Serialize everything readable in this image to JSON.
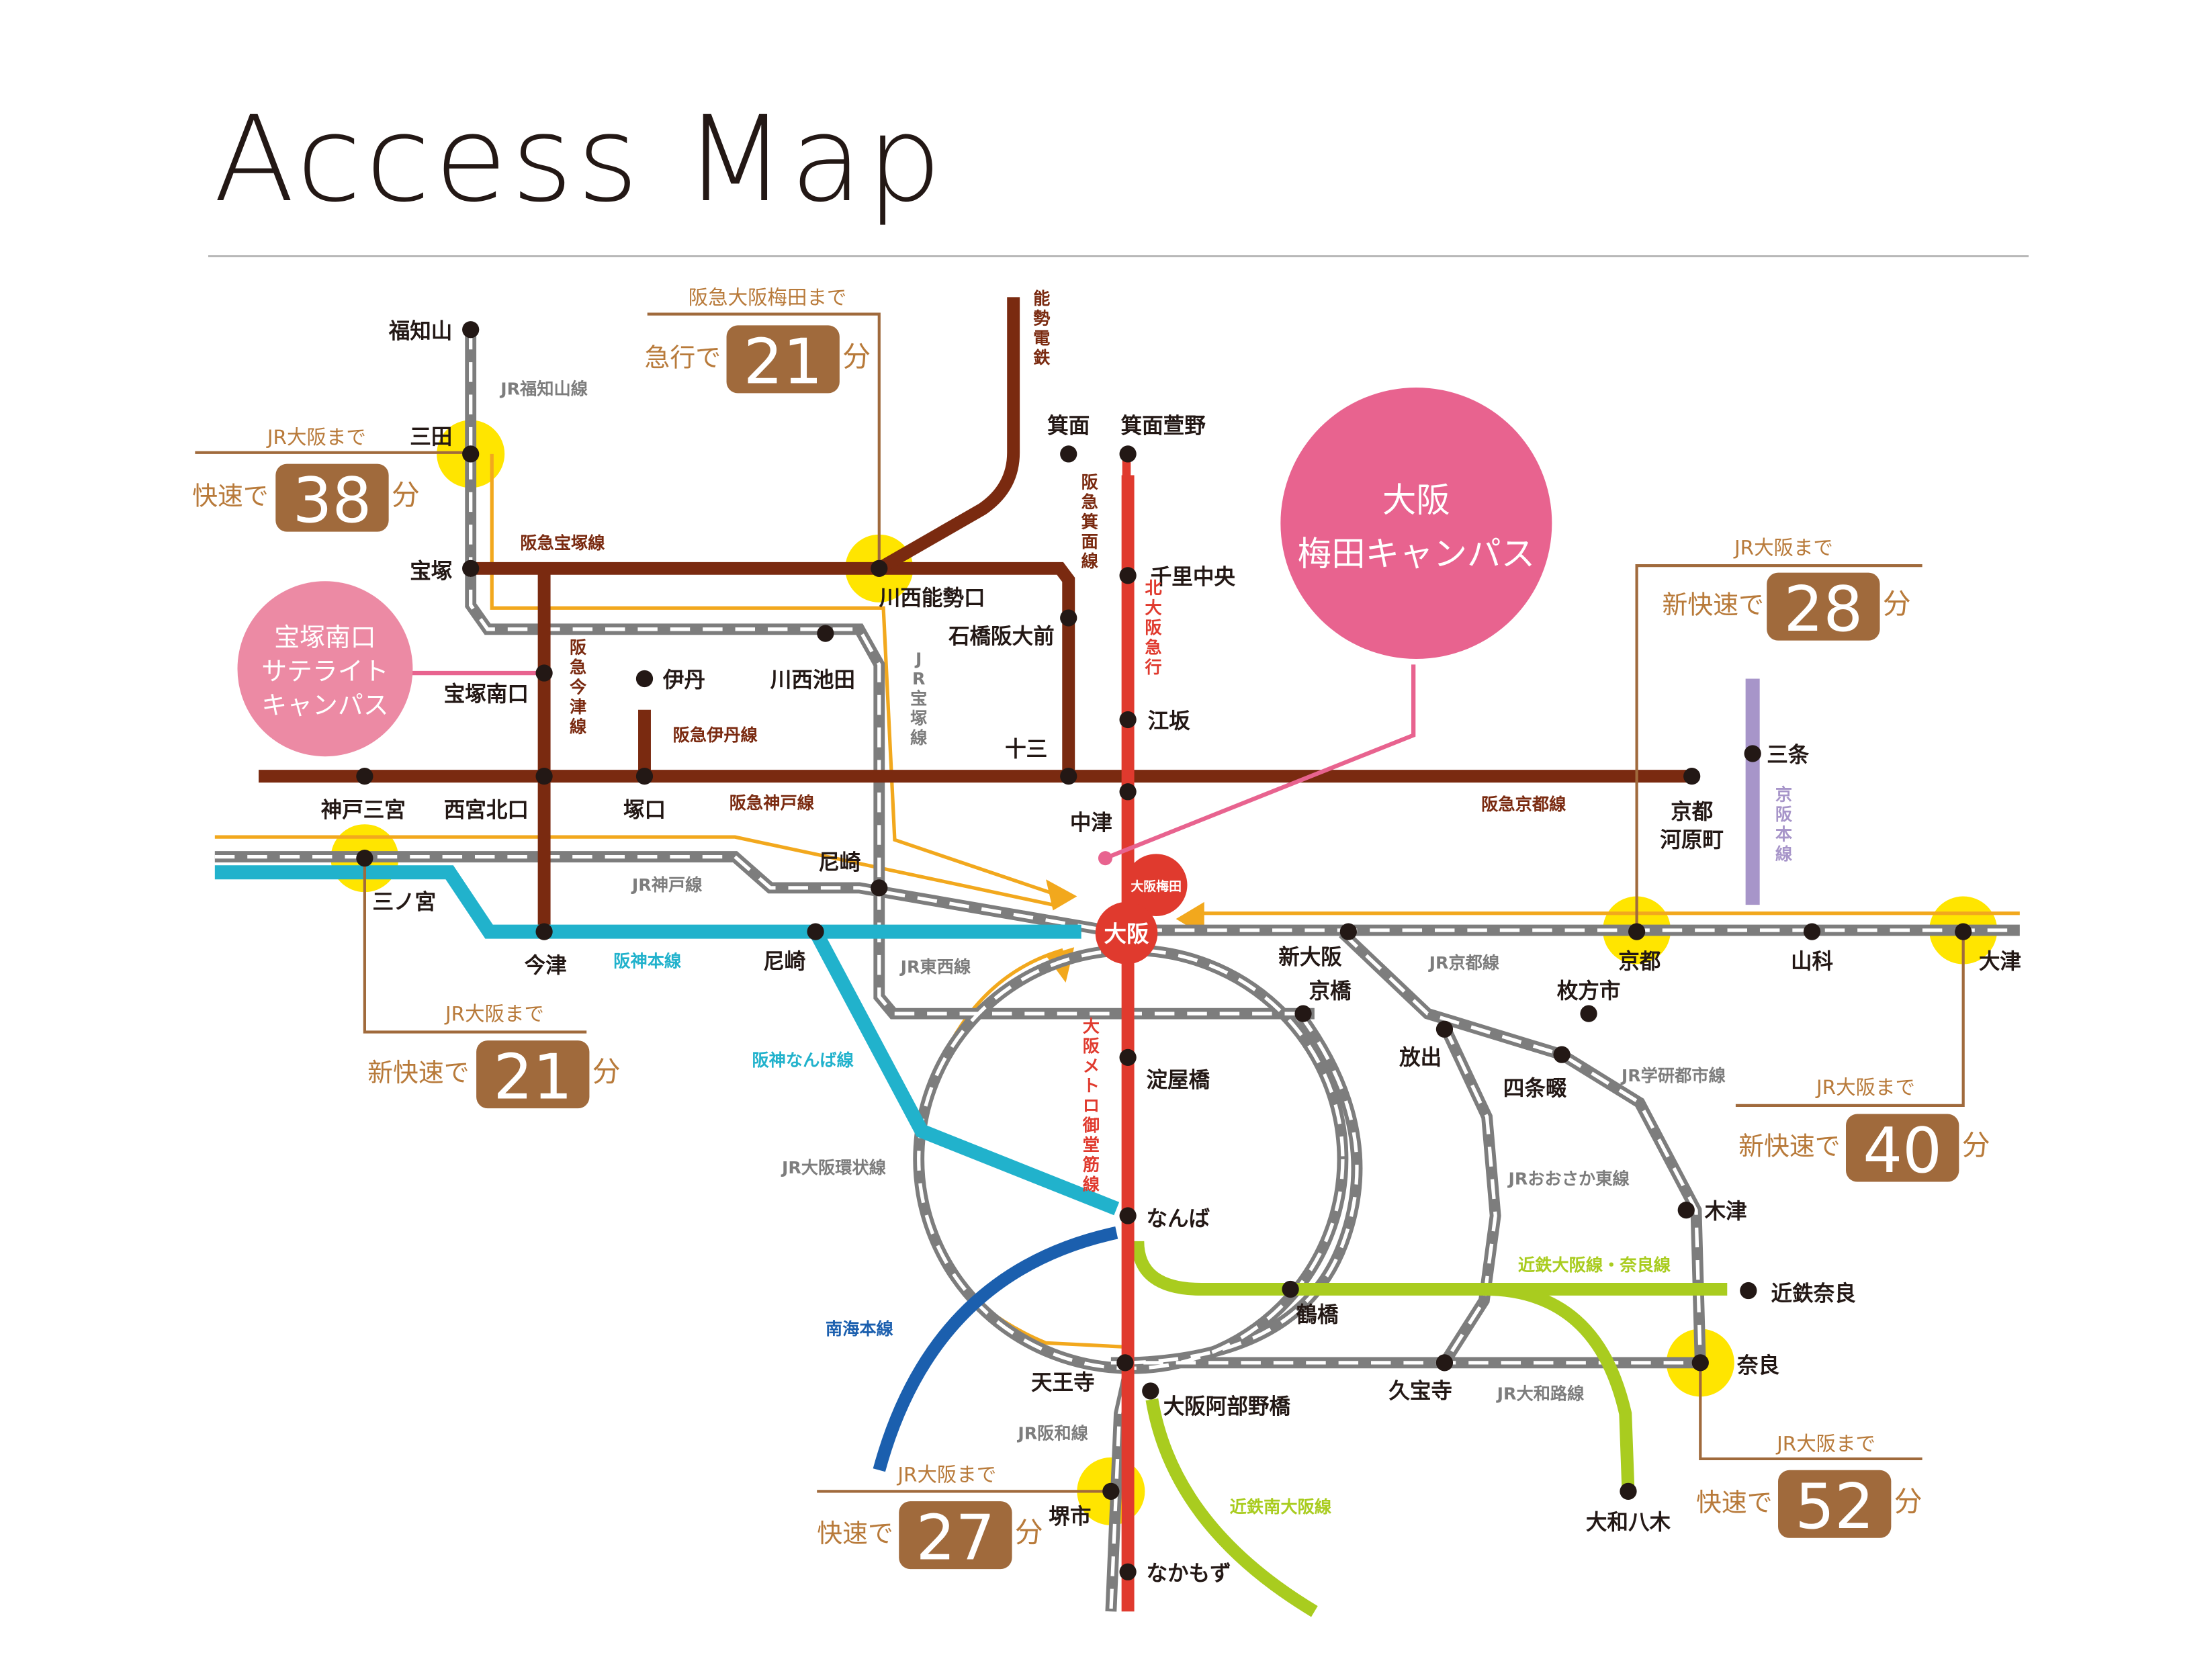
{
  "title": "Access Map",
  "colors": {
    "hankyu": "#7a2a10",
    "jr": "#7d7d7d",
    "hanshin": "#21b2cc",
    "midosuji": "#e03a2e",
    "keihan": "#a795c9",
    "nankai": "#1b5fae",
    "kintetsu": "#a9cc1f",
    "route": "#f2a81d",
    "hub": "#ffe500",
    "info": "#a06a3c",
    "campus": "#e8638f"
  },
  "stations": {
    "fukuchiyama": "福知山",
    "sanda": "三田",
    "takarazuka": "宝塚",
    "takarazuka_minamiguchi": "宝塚南口",
    "itami": "伊丹",
    "kawanishi_ikeda": "川西池田",
    "kawanishi_noseguchi": "川西能勢口",
    "ishibashi": "石橋阪大前",
    "mino": "箕面",
    "mino_kayano": "箕面萱野",
    "senri_chuo": "千里中央",
    "esaka": "江坂",
    "juso": "十三",
    "nakatsu": "中津",
    "kobe_sannomiya": "神戸三宮",
    "nishinomiya_kitaguchi": "西宮北口",
    "tsukaguchi": "塚口",
    "amagasaki_jr": "尼崎",
    "sannomiya": "三ノ宮",
    "imazu": "今津",
    "amagasaki_hanshin": "尼崎",
    "osaka": "大阪",
    "umeda_mark": "大阪梅田",
    "shin_osaka": "新大阪",
    "kyobashi": "京橋",
    "hanaten_hide": "放出",
    "yodoyabashi": "淀屋橋",
    "namba": "なんば",
    "tsuruhashi": "鶴橋",
    "tennoji": "天王寺",
    "abeno": "大阪阿部野橋",
    "sakai": "堺市",
    "nakamozu": "なかもず",
    "kyudoji": "久宝寺",
    "nara": "奈良",
    "kintetsu_nara": "近鉄奈良",
    "yamato_yagi": "大和八木",
    "kizu": "木津",
    "shijonawate": "四条畷",
    "hirakata": "枚方市",
    "kyoto": "京都",
    "yamashina": "山科",
    "otsu": "大津",
    "sanjo": "三条",
    "kawaramachi_1": "京都",
    "kawaramachi_2": "河原町"
  },
  "lines": {
    "jr_fukuchiyama": "JR福知山線",
    "hankyu_takarazuka": "阪急宝塚線",
    "hankyu_imazu": "阪急今津線",
    "hankyu_itami": "阪急伊丹線",
    "hankyu_kobe": "阪急神戸線",
    "hankyu_kyoto": "阪急京都線",
    "hankyu_mino": "阪急箕面線",
    "nose_dentetsu": "能勢電鉄",
    "kita_osaka_kyuko": "北大阪急行",
    "jr_takarazuka": "JR宝塚線",
    "jr_kobe": "JR神戸線",
    "hanshin_main": "阪神本線",
    "hanshin_namba": "阪神なんば線",
    "jr_tozai": "JR東西線",
    "jr_loop": "JR大阪環状線",
    "midosuji": "大阪メトロ御堂筋線",
    "jr_kyoto": "JR京都線",
    "jr_gakkentoshi": "JR学研都市線",
    "jr_osaka_higashi": "JRおおさか東線",
    "kintetsu_osaka_nara": "近鉄大阪線・奈良線",
    "jr_yamatoji": "JR大和路線",
    "nankai_main": "南海本線",
    "jr_hanwa": "JR阪和線",
    "kintetsu_minami_osaka": "近鉄南大阪線",
    "keihan_main": "京阪本線"
  },
  "campuses": {
    "umeda_line1": "大阪",
    "umeda_line2": "梅田キャンパス",
    "satellite_line1": "宝塚南口",
    "satellite_line2": "サテライト",
    "satellite_line3": "キャンパス"
  },
  "times": {
    "kawanishi": {
      "dest": "阪急大阪梅田まで",
      "mode": "急行で",
      "minutes": "21",
      "unit": "分"
    },
    "sanda": {
      "dest": "JR大阪まで",
      "mode": "快速で",
      "minutes": "38",
      "unit": "分"
    },
    "sannomiya": {
      "dest": "JR大阪まで",
      "mode": "新快速で",
      "minutes": "21",
      "unit": "分"
    },
    "kyoto": {
      "dest": "JR大阪まで",
      "mode": "新快速で",
      "minutes": "28",
      "unit": "分"
    },
    "otsu": {
      "dest": "JR大阪まで",
      "mode": "新快速で",
      "minutes": "40",
      "unit": "分"
    },
    "sakai": {
      "dest": "JR大阪まで",
      "mode": "快速で",
      "minutes": "27",
      "unit": "分"
    },
    "nara": {
      "dest": "JR大阪まで",
      "mode": "快速で",
      "minutes": "52",
      "unit": "分"
    }
  }
}
